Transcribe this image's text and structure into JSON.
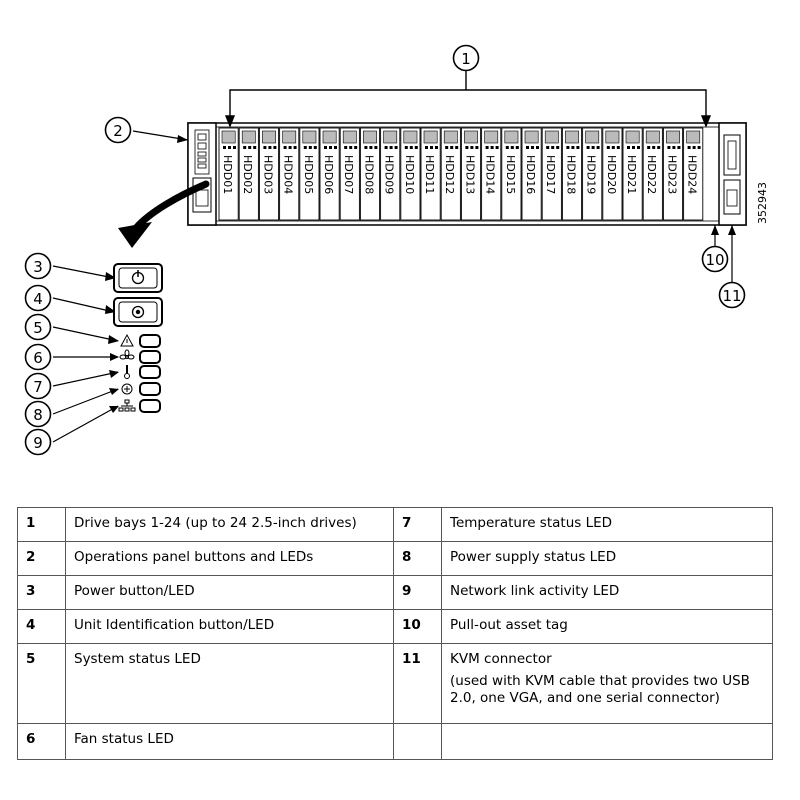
{
  "figure_id": "352943",
  "bays": [
    "HDD01",
    "HDD02",
    "HDD03",
    "HDD04",
    "HDD05",
    "HDD06",
    "HDD07",
    "HDD08",
    "HDD09",
    "HDD10",
    "HDD11",
    "HDD12",
    "HDD13",
    "HDD14",
    "HDD15",
    "HDD16",
    "HDD17",
    "HDD18",
    "HDD19",
    "HDD20",
    "HDD21",
    "HDD22",
    "HDD23",
    "HDD24"
  ],
  "callouts": [
    "1",
    "2",
    "3",
    "4",
    "5",
    "6",
    "7",
    "8",
    "9",
    "10",
    "11"
  ],
  "panel_icons": [
    "warning-icon",
    "fan-icon",
    "thermometer-icon",
    "power-supply-icon",
    "network-icon"
  ],
  "legend": {
    "rows": [
      {
        "left_num": "1",
        "left_desc": "Drive bays 1-24 (up to 24 2.5-inch drives)",
        "right_num": "7",
        "right_desc": "Temperature status LED",
        "right_note": ""
      },
      {
        "left_num": "2",
        "left_desc": "Operations panel buttons and LEDs",
        "right_num": "8",
        "right_desc": "Power supply status LED",
        "right_note": ""
      },
      {
        "left_num": "3",
        "left_desc": "Power button/LED",
        "right_num": "9",
        "right_desc": "Network link activity LED",
        "right_note": ""
      },
      {
        "left_num": "4",
        "left_desc": "Unit Identification button/LED",
        "right_num": "10",
        "right_desc": "Pull-out asset tag",
        "right_note": ""
      },
      {
        "left_num": "5",
        "left_desc": "System status LED",
        "right_num": "11",
        "right_desc": "KVM connector",
        "right_note": "(used with KVM cable that provides two USB 2.0, one VGA, and one serial connector)"
      },
      {
        "left_num": "6",
        "left_desc": "Fan status LED",
        "right_num": "",
        "right_desc": "",
        "right_note": ""
      }
    ]
  }
}
